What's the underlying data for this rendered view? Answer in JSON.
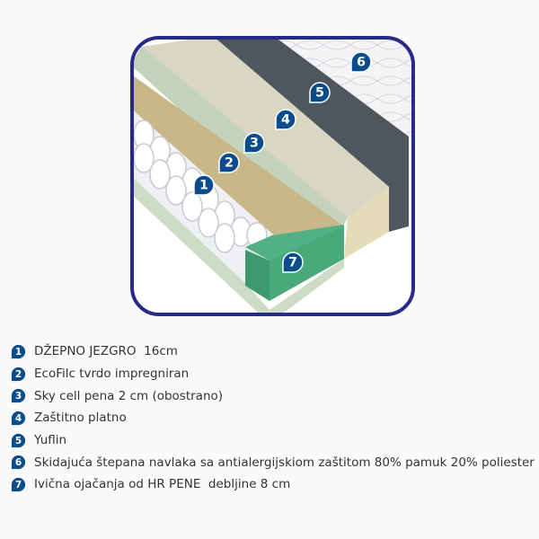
{
  "colors": {
    "frame": "#262a88",
    "badge": "#0b4d8c"
  },
  "markers": [
    "1",
    "2",
    "3",
    "4",
    "5",
    "6",
    "7"
  ],
  "legend": [
    {
      "number": "1",
      "text": "DŽEPNO JEZGRO  16cm"
    },
    {
      "number": "2",
      "text": "EcoFilc tvrdo impregniran"
    },
    {
      "number": "3",
      "text": "Sky cell pena 2 cm (obostrano)"
    },
    {
      "number": "4",
      "text": "Zaštitno platno"
    },
    {
      "number": "5",
      "text": "Yuflin"
    },
    {
      "number": "6",
      "text": "Skidajuća štepana navlaka sa antialergijskiom zaštitom 80% pamuk 20% poliester"
    },
    {
      "number": "7",
      "text": "Ivična ojačanja od HR PENE  debljine 8 cm"
    }
  ]
}
